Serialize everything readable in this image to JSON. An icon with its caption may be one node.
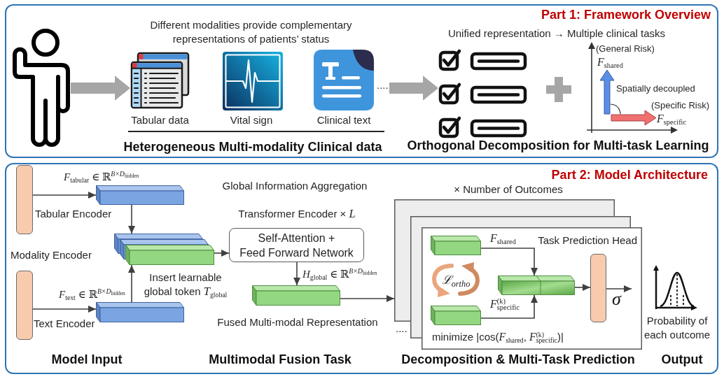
{
  "diagram": {
    "nodes": [
      {
        "text": [
          "Part 1: Framework Overview"
        ]
      },
      {
        "text": [],
        "shape": "person",
        "in": 0
      },
      {
        "text": [],
        "shape": "picture",
        "beside": [
          "Tabular data"
        ],
        "in": 0
      },
      {
        "text": [],
        "shape": "picture",
        "beside": [
          "Vital sign"
        ],
        "in": 0
      },
      {
        "text": [],
        "shape": "picture",
        "beside": [
          "Clinical text"
        ],
        "in": 0
      },
      {
        "text": [
          "...."
        ],
        "in": 0
      },
      {
        "text": [],
        "shape": "picture",
        "in": 0
      },
      {
        "text": [
          "Part 2: Model Architecture"
        ]
      },
      {
        "text": [],
        "shape": "bar",
        "beside": [
          "Tabular Encoder"
        ],
        "in": 7
      },
      {
        "text": [],
        "shape": "box",
        "beside": [
          "*F*$_{tabular}$ ∈ ℝ$^{B×D}$$_{hidden}$"
        ],
        "in": 7
      },
      {
        "text": [],
        "shape": "bar",
        "beside": [
          "Text Encoder"
        ],
        "in": 7
      },
      {
        "text": [],
        "shape": "box",
        "beside": [
          "*F*$_{text}$ ∈ ℝ$^{B×D}$$_{hidden}$"
        ],
        "in": 7
      },
      {
        "text": [],
        "shape": "box",
        "beside": [
          "Insert learnable global token *T*$_{global}$"
        ],
        "in": 7
      },
      {
        "text": [
          "Self-Attention + Feed Forward Network"
        ],
        "beside": [
          "Transformer Encoder × *L*"
        ],
        "in": 7
      },
      {
        "text": [],
        "shape": "box",
        "beside": [
          "Fused Multi-modal Representation"
        ],
        "in": 7
      },
      {
        "text": [
          "Task Prediction Head"
        ],
        "beside": [
          "× Number of Outcomes",
          "...."
        ],
        "in": 7
      },
      {
        "text": [],
        "shape": "box",
        "in": 15
      },
      {
        "text": [],
        "shape": "box",
        "in": 15
      },
      {
        "text": [],
        "shape": "box",
        "in": 15
      },
      {
        "text": [],
        "shape": "bar",
        "in": 15
      }
    ],
    "edges": [
      {
        "from": 1,
        "to": 2,
        "arrow": "to",
        "style": "thick",
        "color": "#a6a6a6"
      },
      {
        "from": 5,
        "to": 6,
        "arrow": "to",
        "style": "thick",
        "color": "#a6a6a6"
      },
      {
        "from": 8,
        "to": 9,
        "arrow": "to"
      },
      {
        "from": 10,
        "to": 11,
        "arrow": "to"
      },
      {
        "from": 9,
        "to": 12,
        "arrow": "to"
      },
      {
        "from": 11,
        "to": 12,
        "arrow": "to"
      },
      {
        "from": 12,
        "to": 13,
        "arrow": "to"
      },
      {
        "from": 13,
        "to": 14,
        "arrow": "to",
        "label": "*H*$_{global}$ ∈ ℝ$^{B×D}$$_{hidden}$"
      },
      {
        "from": 14,
        "to": 15,
        "arrow": "to"
      },
      {
        "from": 16,
        "to": 18,
        "arrow": "to",
        "label": "*F*$_{shared}$"
      },
      {
        "from": 17,
        "to": 18,
        "arrow": "to",
        "label": "*F*$^{(k)}$$_{specific}$"
      },
      {
        "from": 18,
        "to": 19,
        "arrow": "to"
      },
      {
        "from": 19,
        "to": null,
        "arrow": "to",
        "label": "σ"
      }
    ],
    "labels": [
      "Different modalities provide complementary representations of patients’ status",
      "Heterogeneous Multi-modality Clinical data",
      "Unified representation → Multiple clinical tasks",
      "(General Risk)",
      "*F*$_{shared}$",
      "Spatially decoupled",
      "(Specific Risk)",
      "*F*$_{specific}$",
      "Orthogonal Decomposition for Multi-task Learning",
      "Global Information Aggregation",
      "Modality Encoder",
      "ℒ$_{ortho}$",
      "minimize |cos(*F*$_{shared}$, *F*$^{(k)}$$_{specific}$)|",
      "Probability of each outcome",
      "Model Input",
      "Multimodal Fusion Task",
      "Decomposition & Multi-Task Prediction",
      "Output"
    ]
  }
}
